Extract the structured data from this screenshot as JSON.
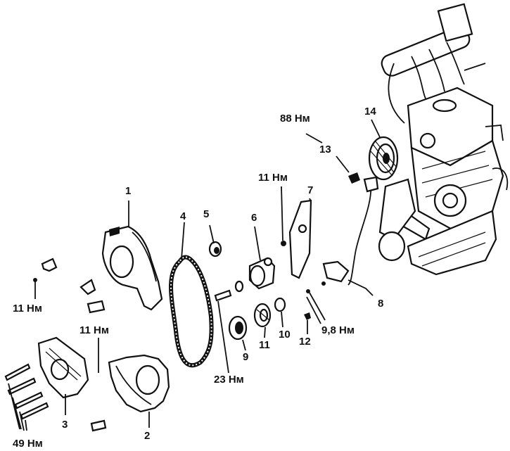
{
  "callouts": [
    {
      "id": "1",
      "text": "1"
    },
    {
      "id": "2",
      "text": "2"
    },
    {
      "id": "3",
      "text": "3"
    },
    {
      "id": "4",
      "text": "4"
    },
    {
      "id": "5",
      "text": "5"
    },
    {
      "id": "6",
      "text": "6"
    },
    {
      "id": "7",
      "text": "7"
    },
    {
      "id": "8",
      "text": "8"
    },
    {
      "id": "9",
      "text": "9"
    },
    {
      "id": "10",
      "text": "10"
    },
    {
      "id": "11",
      "text": "11"
    },
    {
      "id": "12",
      "text": "12"
    },
    {
      "id": "13",
      "text": "13"
    },
    {
      "id": "14",
      "text": "14"
    }
  ],
  "torques": {
    "t88": "88 Нм",
    "t11_top": "11 Нм",
    "t11_left": "11 Нм",
    "t11_mid": "11 Нм",
    "t9_8": "9,8 Нм",
    "t23": "23 Нм",
    "t49": "49 Нм"
  }
}
